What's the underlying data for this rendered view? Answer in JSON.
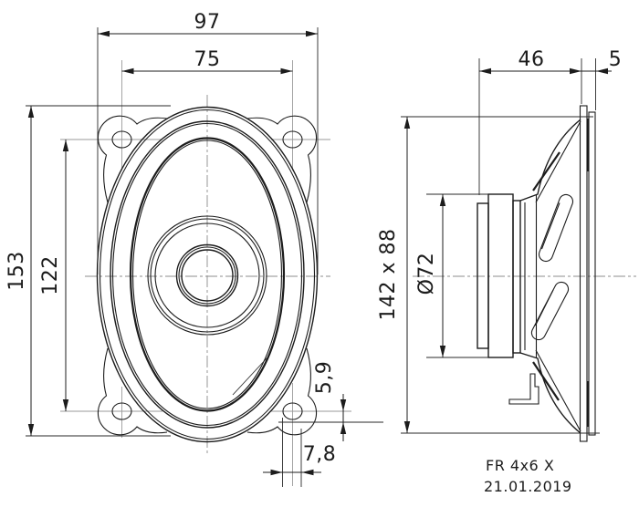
{
  "drawing": {
    "title": "FR 4x6 X",
    "date": "21.01.2019",
    "colors": {
      "line": "#1c1c1c",
      "thin_line": "#9a9a9a",
      "background": "#ffffff"
    },
    "front_view": {
      "dim_overall_width": "97",
      "dim_hole_spacing_h": "75",
      "dim_overall_height": "153",
      "dim_hole_spacing_v": "122",
      "dim_hole_edge_v": "5,9",
      "dim_hole_edge_h": "7,8"
    },
    "side_view": {
      "dim_mounting_depth": "46",
      "dim_flange_depth": "5",
      "dim_cutout": "142 x 88",
      "dim_magnet_diameter": "Ø72"
    }
  }
}
